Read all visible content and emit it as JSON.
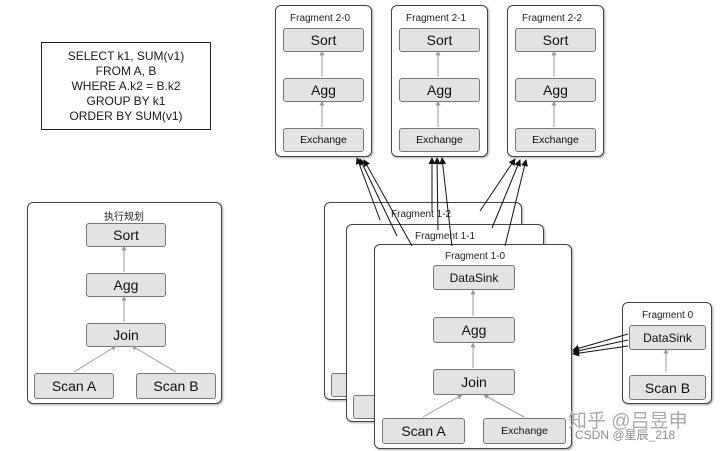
{
  "sql": {
    "lines": [
      "SELECT k1, SUM(v1)",
      "FROM A, B",
      "WHERE A.k2 = B.k2",
      "GROUP BY k1",
      "ORDER BY SUM(v1)"
    ]
  },
  "plan": {
    "title": "执行规划",
    "sort": "Sort",
    "agg": "Agg",
    "join": "Join",
    "scan_a": "Scan A",
    "scan_b": "Scan B"
  },
  "fragments_top": [
    {
      "title": "Fragment 2-0",
      "sort": "Sort",
      "agg": "Agg",
      "exchange": "Exchange"
    },
    {
      "title": "Fragment 2-1",
      "sort": "Sort",
      "agg": "Agg",
      "exchange": "Exchange"
    },
    {
      "title": "Fragment 2-2",
      "sort": "Sort",
      "agg": "Agg",
      "exchange": "Exchange"
    }
  ],
  "fragment_1_2": {
    "title": "Fragment 1-2"
  },
  "fragment_1_1": {
    "title": "Fragment 1-1"
  },
  "fragment_1_0": {
    "title": "Fragment 1-0",
    "datasink": "DataSink",
    "agg": "Agg",
    "join": "Join",
    "scan_a": "Scan A",
    "exchange": "Exchange"
  },
  "fragment_0": {
    "title": "Fragment 0",
    "datasink": "DataSink",
    "scan_b": "Scan B"
  },
  "watermark": {
    "line1": "知乎 @吕昱申",
    "line2": "CSDN @星辰_218"
  },
  "colors": {
    "box_fill": "#e3e3e3",
    "arrow": "#111111",
    "inner_arrow": "#9a9a9a"
  }
}
